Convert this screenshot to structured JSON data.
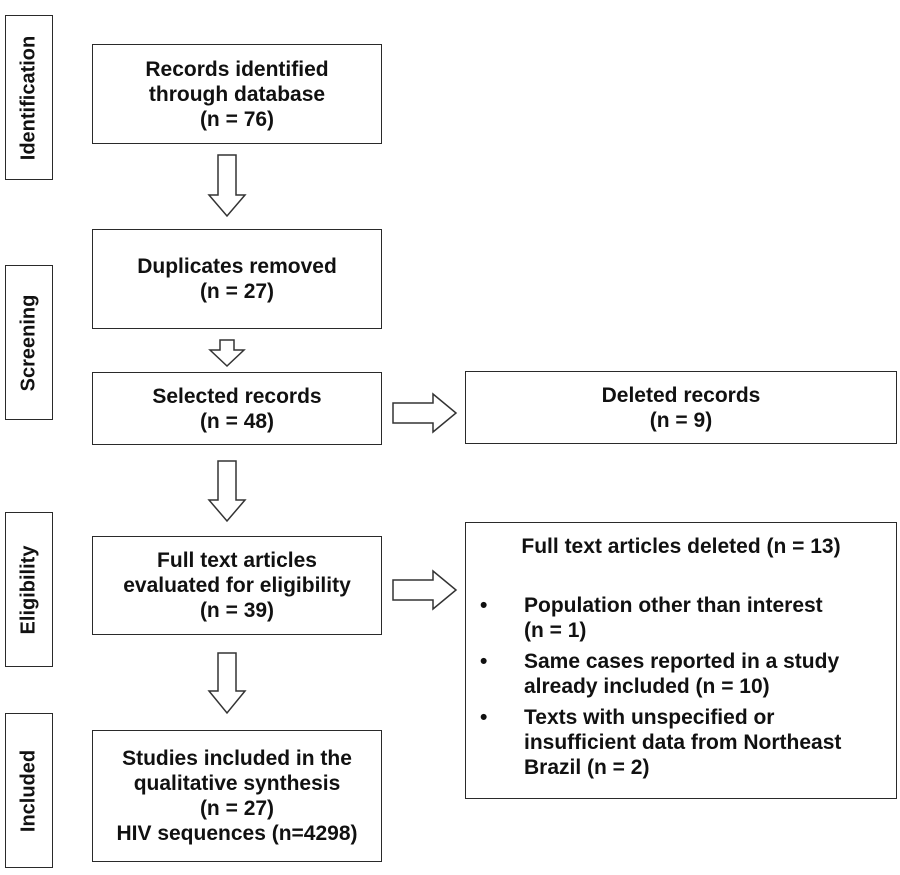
{
  "stages": [
    {
      "label": "Identification"
    },
    {
      "label": "Screening"
    },
    {
      "label": "Eligibility"
    },
    {
      "label": "Included"
    }
  ],
  "boxes": {
    "identified": [
      "Records identified",
      "through database",
      "(n = 76)"
    ],
    "duplicates": [
      "Duplicates removed",
      "(n = 27)"
    ],
    "selected": [
      "Selected records",
      "(n = 48)"
    ],
    "deleted": [
      "Deleted records",
      "(n = 9)"
    ],
    "fulltext": [
      "Full text articles",
      "evaluated for eligibility",
      "(n = 39)"
    ],
    "included": [
      "Studies included in the",
      "qualitative synthesis",
      "(n = 27)",
      "HIV sequences (n=4298)"
    ]
  },
  "excluded": {
    "title": "Full text articles deleted (n = 13)",
    "bullet": "•",
    "items": [
      [
        "Population other than interest",
        "(n = 1)"
      ],
      [
        "Same cases reported in a study",
        "already included (n = 10)"
      ],
      [
        "Texts with unspecified or",
        "insufficient data from Northeast",
        "Brazil (n = 2)"
      ]
    ]
  }
}
